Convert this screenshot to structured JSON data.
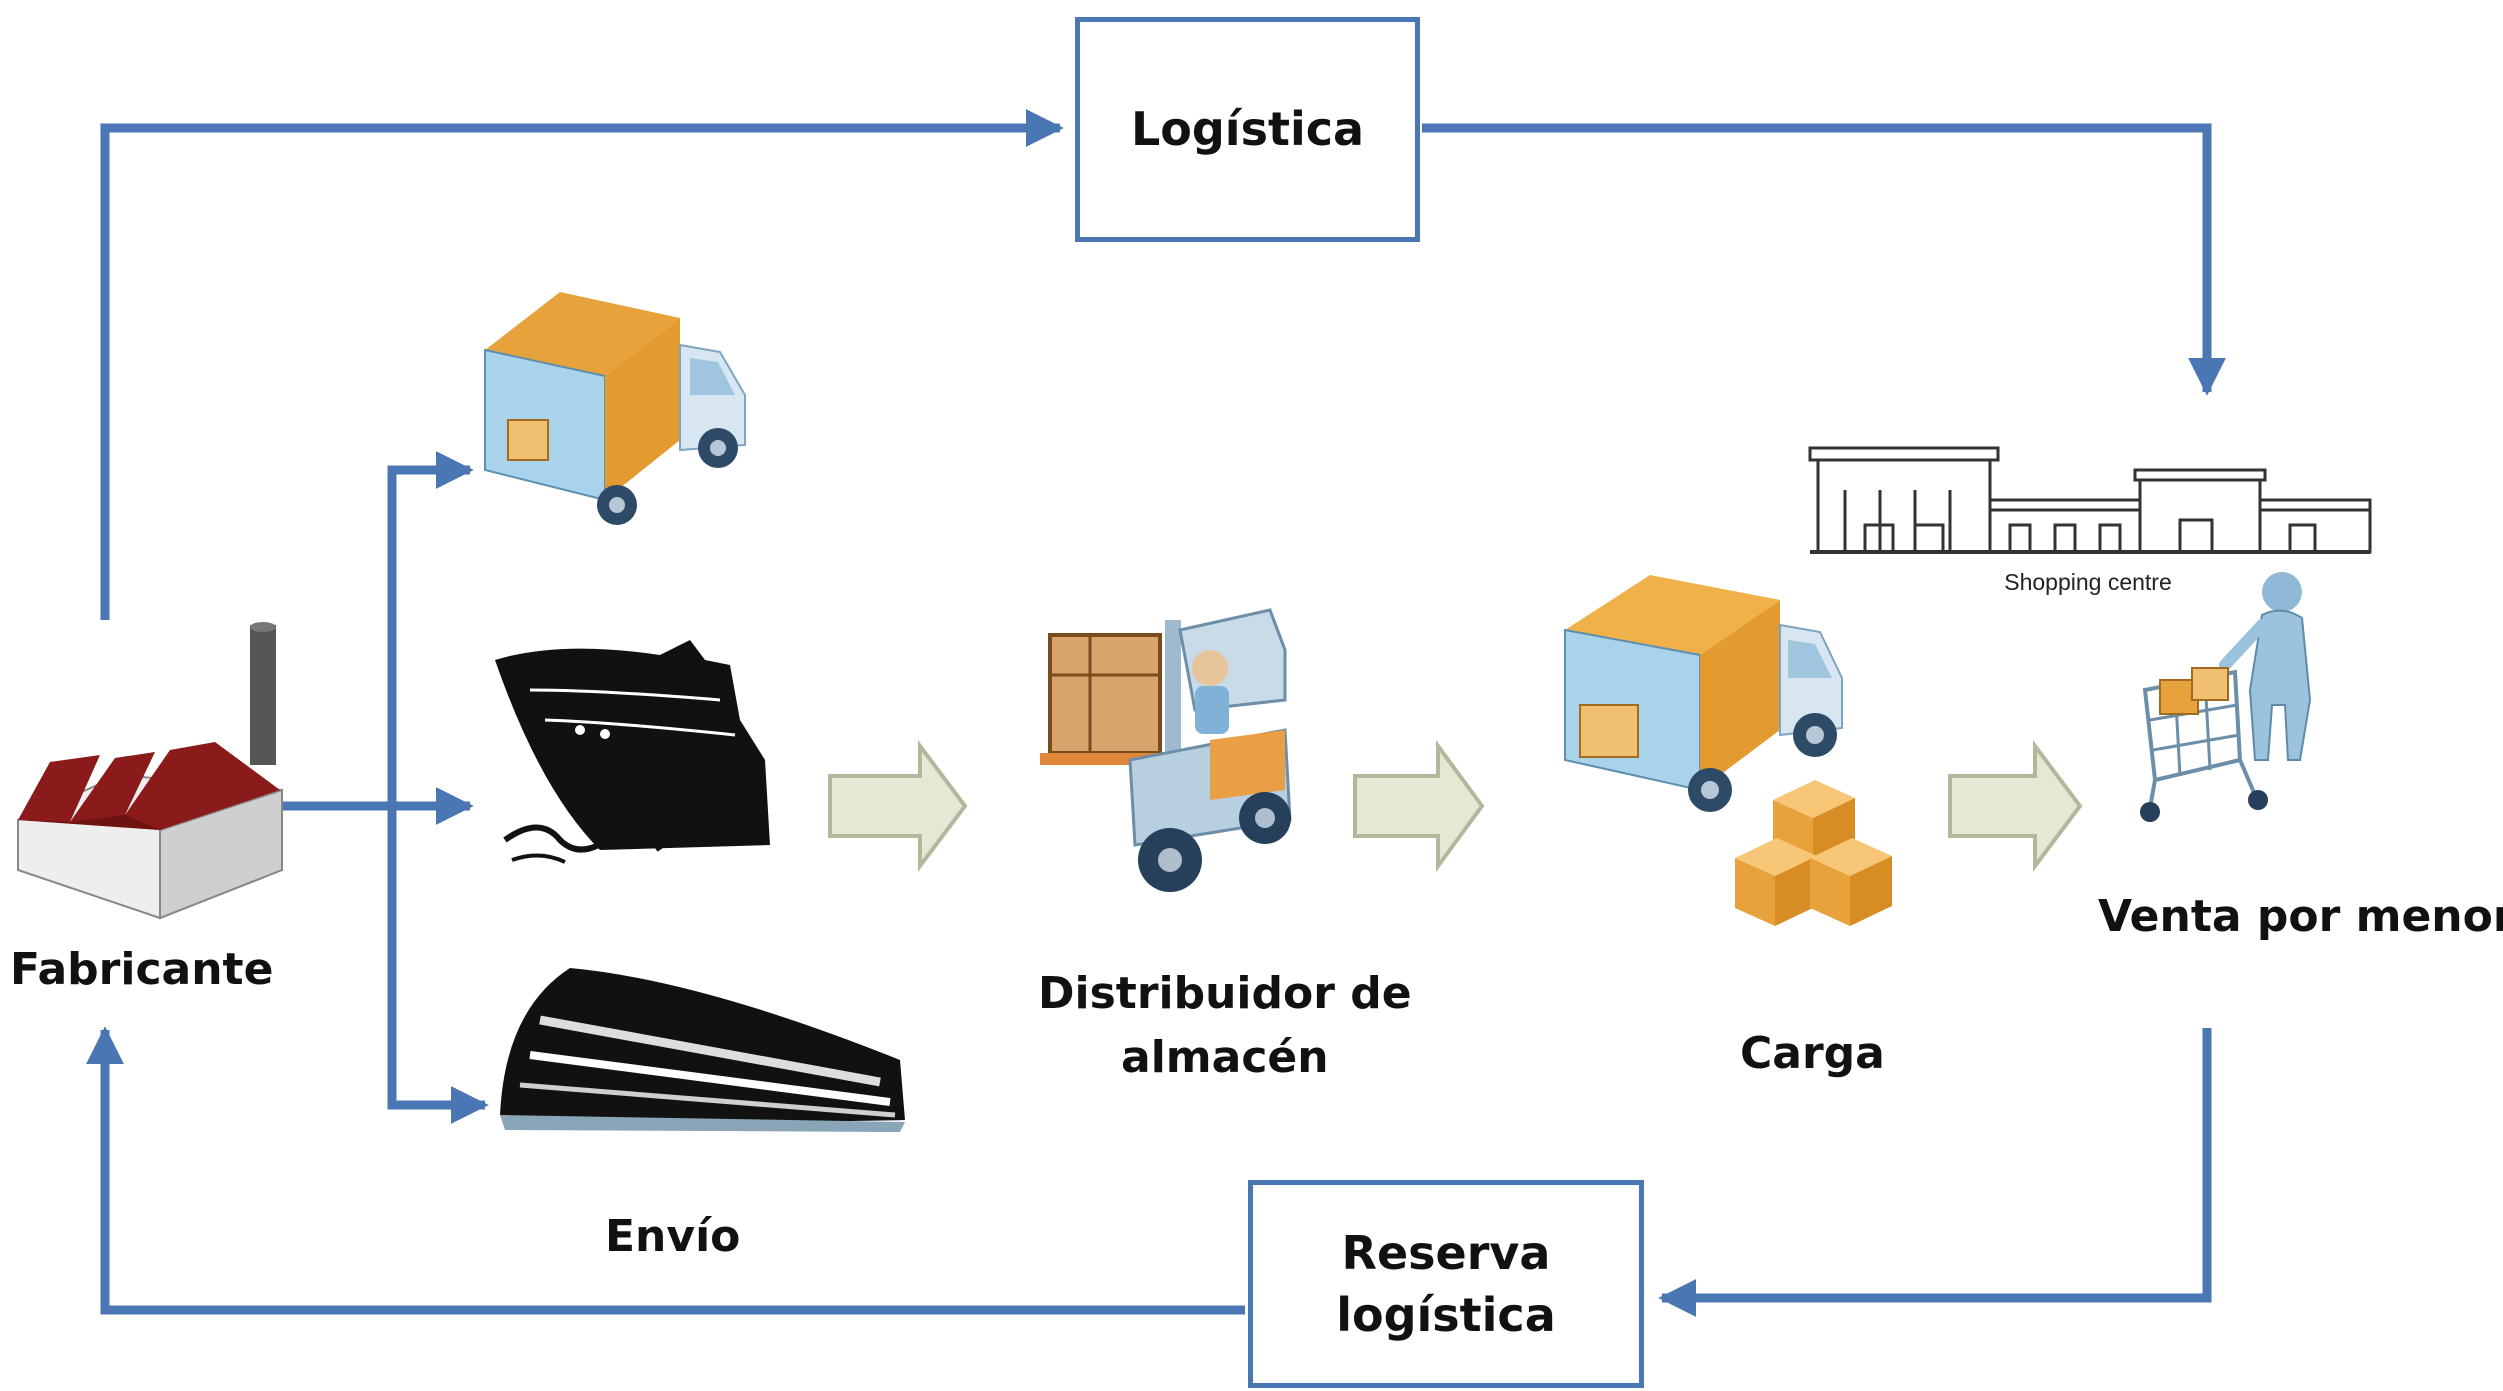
{
  "colors": {
    "arrow": "#4a76b4",
    "block_arrow_fill": "#e6e8d6",
    "block_arrow_stroke": "#b3b79c",
    "factory_roof": "#8b1a1a",
    "box_orange": "#e8a23c"
  },
  "nodes": {
    "logistics_box": "Logística",
    "reverse_logistics_line1": "Reserva",
    "reverse_logistics_line2": "logística",
    "manufacturer": "Fabricante",
    "shipping": "Envío",
    "warehouse_line1": "Distribuidor de",
    "warehouse_line2": "almacén",
    "cargo": "Carga",
    "retail": "Venta por menor"
  },
  "store_caption": "Shopping centre",
  "icons": [
    "factory-icon",
    "delivery-truck-icon",
    "cargo-ship-icon",
    "train-icon",
    "forklift-icon",
    "cargo-truck-icon",
    "stacked-boxes-icon",
    "shopping-centre-icon",
    "shopper-cart-icon"
  ]
}
